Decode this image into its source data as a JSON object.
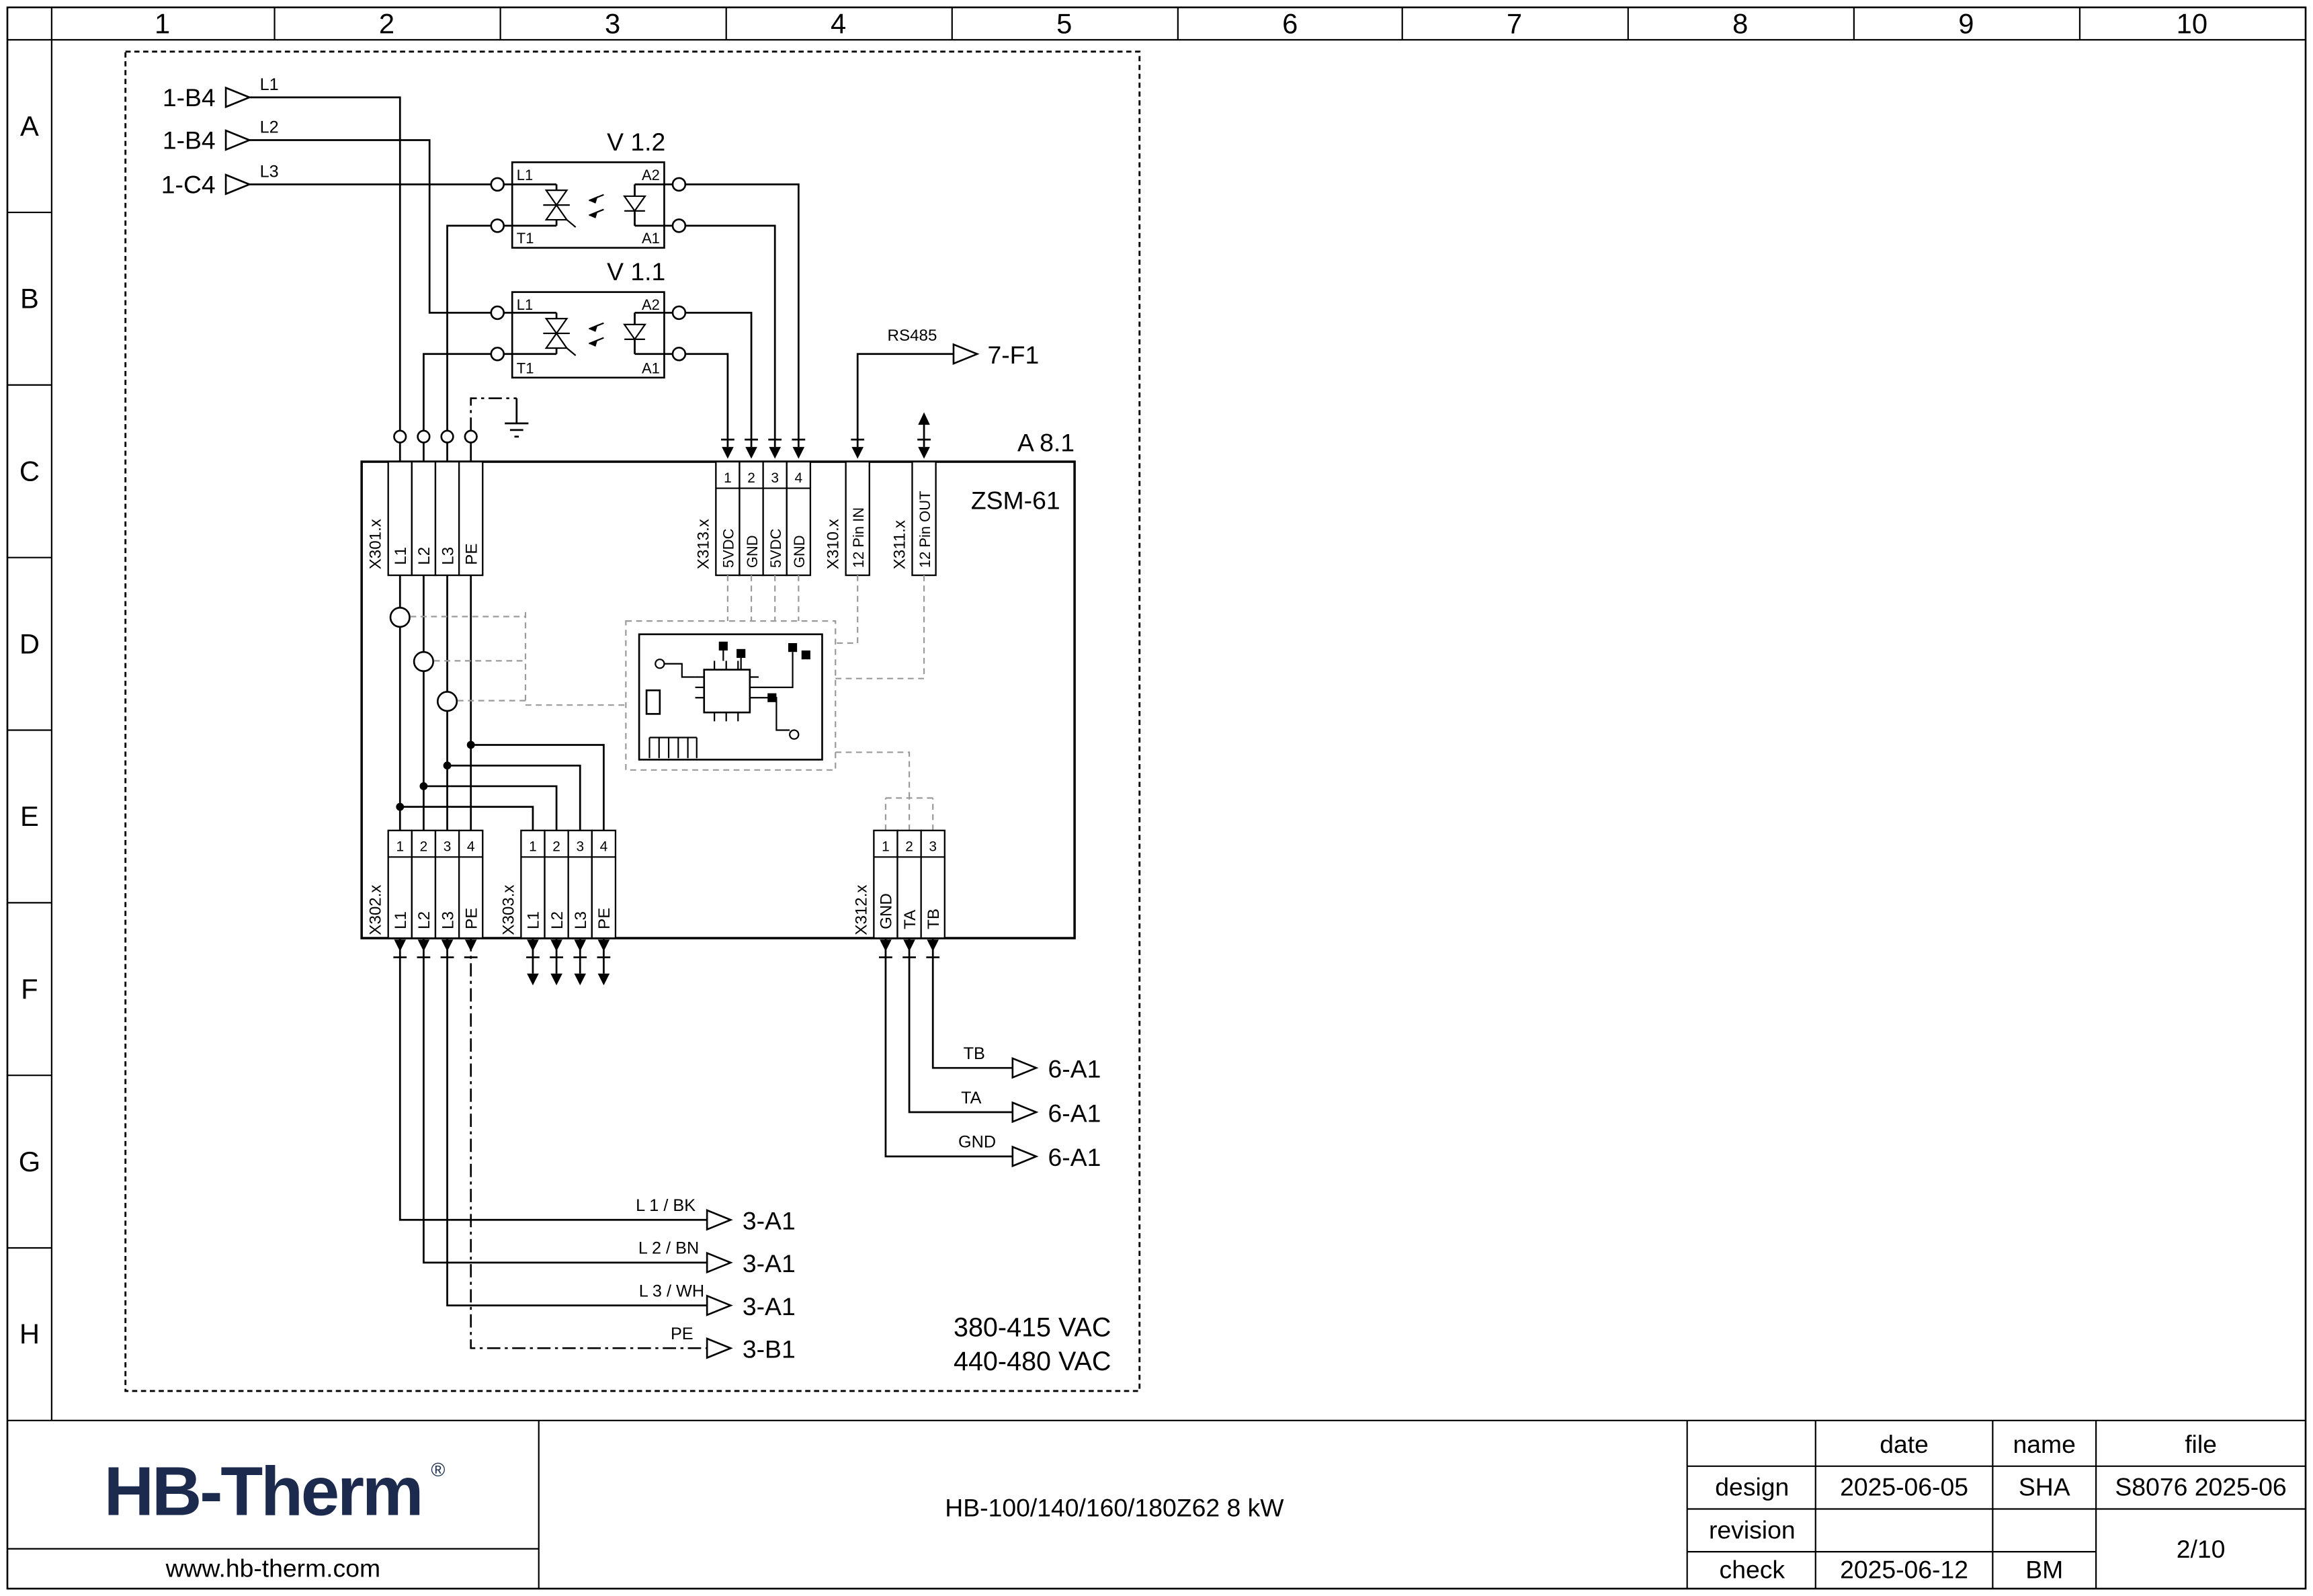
{
  "ruler": {
    "cols": [
      "1",
      "2",
      "3",
      "4",
      "5",
      "6",
      "7",
      "8",
      "9",
      "10"
    ],
    "rows": [
      "A",
      "B",
      "C",
      "D",
      "E",
      "F",
      "G",
      "H"
    ]
  },
  "inputs": {
    "i1": {
      "ref": "1-B4",
      "line": "L1"
    },
    "i2": {
      "ref": "1-B4",
      "line": "L2"
    },
    "i3": {
      "ref": "1-C4",
      "line": "L3"
    }
  },
  "modules": {
    "v12": {
      "name": "V 1.2",
      "tl": "L1",
      "tr": "A2",
      "bl": "T1",
      "br": "A1"
    },
    "v11": {
      "name": "V 1.1",
      "tl": "L1",
      "tr": "A2",
      "bl": "T1",
      "br": "A1"
    }
  },
  "rs485": {
    "bus": "RS485",
    "target": "7-F1"
  },
  "block": {
    "ref": "A 8.1",
    "model": "ZSM-61",
    "x301": {
      "name": "X301.x",
      "p1": "L1",
      "p2": "L2",
      "p3": "L3",
      "p4": "PE"
    },
    "x313": {
      "name": "X313.x",
      "n1": "1",
      "t1": "5VDC",
      "n2": "2",
      "t2": "GND",
      "n3": "3",
      "t3": "5VDC",
      "n4": "4",
      "t4": "GND"
    },
    "x310": {
      "name": "X310.x",
      "t": "12 Pin IN"
    },
    "x311": {
      "name": "X311.x",
      "t": "12 Pin OUT"
    },
    "x302": {
      "name": "X302.x",
      "n1": "1",
      "t1": "L1",
      "n2": "2",
      "t2": "L2",
      "n3": "3",
      "t3": "L3",
      "n4": "4",
      "t4": "PE"
    },
    "x303": {
      "name": "X303.x",
      "n1": "1",
      "t1": "L1",
      "n2": "2",
      "t2": "L2",
      "n3": "3",
      "t3": "L3",
      "n4": "4",
      "t4": "PE"
    },
    "x312": {
      "name": "X312.x",
      "n1": "1",
      "t1": "GND",
      "n2": "2",
      "t2": "TA",
      "n3": "3",
      "t3": "TB"
    }
  },
  "right_out": {
    "tb": {
      "line": "TB",
      "target": "6-A1"
    },
    "ta": {
      "line": "TA",
      "target": "6-A1"
    },
    "gnd": {
      "line": "GND",
      "target": "6-A1"
    }
  },
  "bottom_out": {
    "l1": {
      "line": "L 1 / BK",
      "target": "3-A1"
    },
    "l2": {
      "line": "L 2 / BN",
      "target": "3-A1"
    },
    "l3": {
      "line": "L 3 / WH",
      "target": "3-A1"
    },
    "pe": {
      "line": "PE",
      "target": "3-B1"
    }
  },
  "voltage": {
    "v1": "380-415 VAC",
    "v2": "440-480 VAC"
  },
  "titleblock": {
    "logo": "HB-Therm",
    "reg": "®",
    "website": "www.hb-therm.com",
    "device": "HB-100/140/160/180Z62 8 kW",
    "h_date": "date",
    "h_name": "name",
    "h_file": "file",
    "r1": "design",
    "r1_date": "2025-06-05",
    "r1_name": "SHA",
    "r1_file": "S8076 2025-06",
    "r2": "revision",
    "r3": "check",
    "r3_date": "2025-06-12",
    "r3_name": "BM",
    "page": "2/10"
  }
}
